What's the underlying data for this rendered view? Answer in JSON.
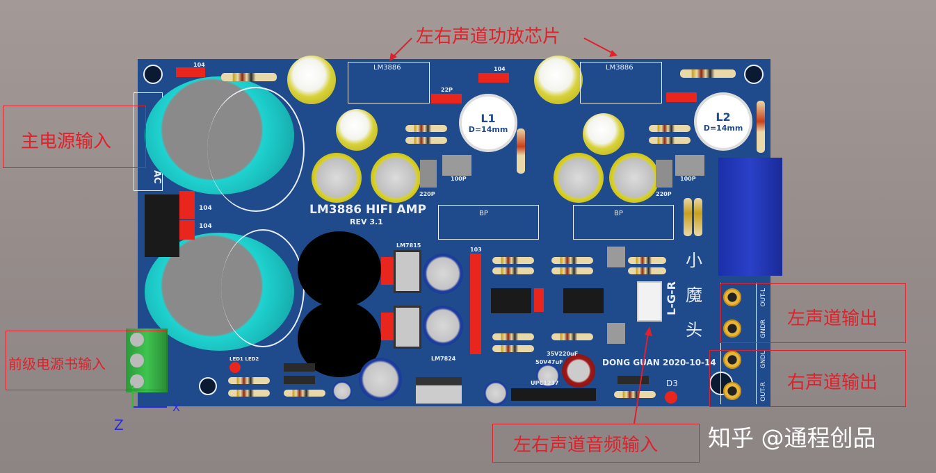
{
  "annotations": {
    "chip": "左右声道功放芯片",
    "main_power": "主电源输入",
    "pre_power": "前级电源书输入",
    "left_out": "左声道输出",
    "right_out": "右声道输出",
    "audio_in": "左右声道音频输入"
  },
  "board": {
    "title": "LM3886 HIFI AMP",
    "rev": "REV 3.1",
    "made": "DONG GUAN  2020-10-14",
    "brand_vertical": [
      "小",
      "魔",
      "头"
    ],
    "connector_label": "L-G-R",
    "ic1": "LM3886",
    "ic2": "LM3886",
    "l1": "L1",
    "l2": "L2",
    "inductor_spec": "D=14mm",
    "cap_104": "104",
    "cap_22p": "22P",
    "cap_100p": "100P",
    "cap_220p": "220P",
    "bp": "BP",
    "reg1": "LM7815",
    "reg2": "LM7824",
    "d3": "D3",
    "led": "LED1 LED2",
    "ac": "AC",
    "cap_103": "103",
    "cap_35v": "35V220uF",
    "cap_50v": "50V47uF",
    "upc": "UPC1237",
    "out_labels": [
      "OUT-L",
      "GNDR",
      "GNDL",
      "OUT-R"
    ]
  },
  "axes": {
    "z": "Z",
    "x": "X"
  },
  "watermark": "知乎 @通程创品",
  "colors": {
    "board": "#1f4b8c",
    "annotation": "#e0202a",
    "big_caps": "#1fd3d0"
  }
}
